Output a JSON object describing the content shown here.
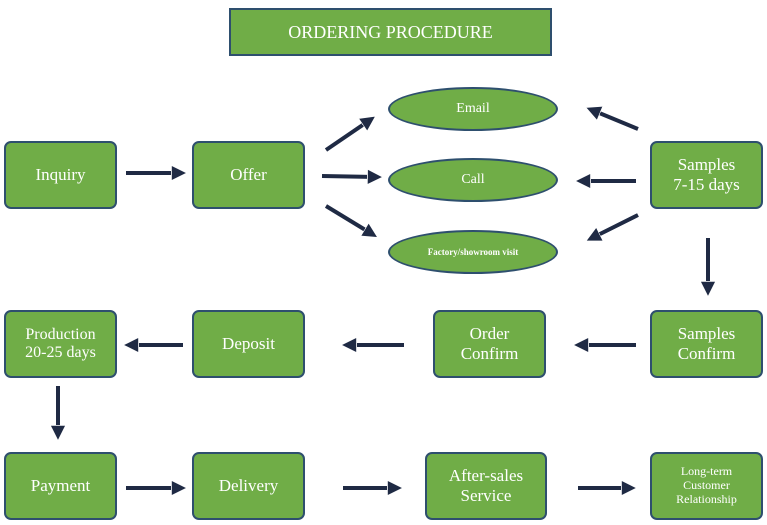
{
  "title": "ORDERING PROCEDURE",
  "nodes": {
    "inquiry": "Inquiry",
    "offer": "Offer",
    "email": "Email",
    "call": "Call",
    "factory_visit": "Factory/showroom visit",
    "samples": "Samples\n7-15 days",
    "samples_confirm": "Samples\nConfirm",
    "order_confirm": "Order\nConfirm",
    "deposit": "Deposit",
    "production": "Production\n20-25 days",
    "payment": "Payment",
    "delivery": "Delivery",
    "after_sales": "After-sales\nService",
    "long_term": "Long-term\nCustomer\nRelationship"
  },
  "colors": {
    "box_fill": "#70ad47",
    "box_border": "#2e4f6e",
    "arrow": "#1f2a44",
    "text": "#ffffff"
  }
}
